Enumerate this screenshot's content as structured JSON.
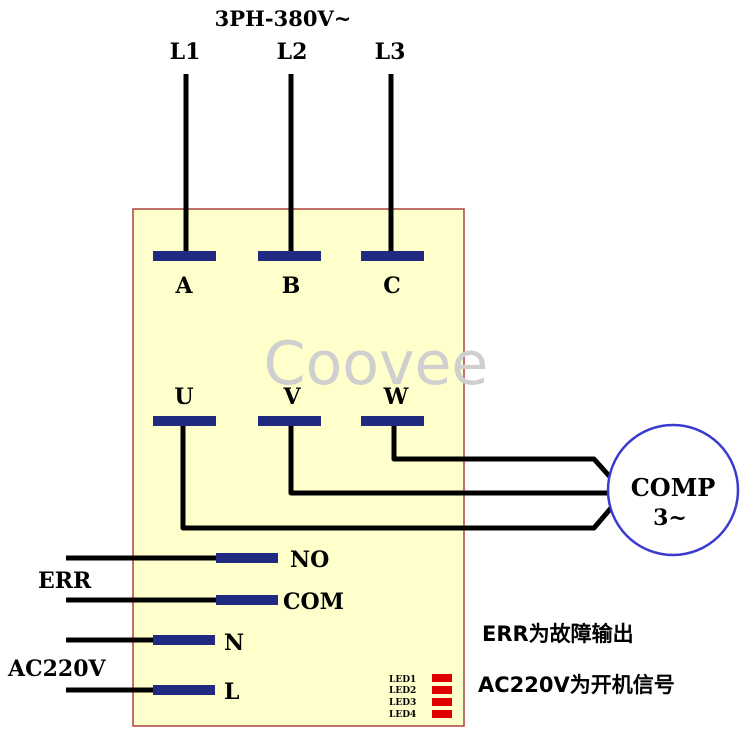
{
  "supply": {
    "title": "3PH-380V~",
    "lines": [
      "L1",
      "L2",
      "L3"
    ]
  },
  "inputs": [
    "A",
    "B",
    "C"
  ],
  "outputs": [
    "U",
    "V",
    "W"
  ],
  "motor": {
    "name": "COMP",
    "phase": "3~"
  },
  "relay": {
    "no": "NO",
    "com": "COM",
    "group": "ERR"
  },
  "power": {
    "n": "N",
    "l": "L",
    "group": "AC220V"
  },
  "leds": [
    "LED1",
    "LED2",
    "LED3",
    "LED4"
  ],
  "notes": {
    "err": "ERR为故障输出",
    "ac": "AC220V为开机信号"
  },
  "watermark": "Coovee",
  "colors": {
    "panel": "#ffffcc",
    "panel_border": "#b04040",
    "terminal": "#1f2a80",
    "motor_ring": "#3a3ad0",
    "led": "#e00000"
  }
}
